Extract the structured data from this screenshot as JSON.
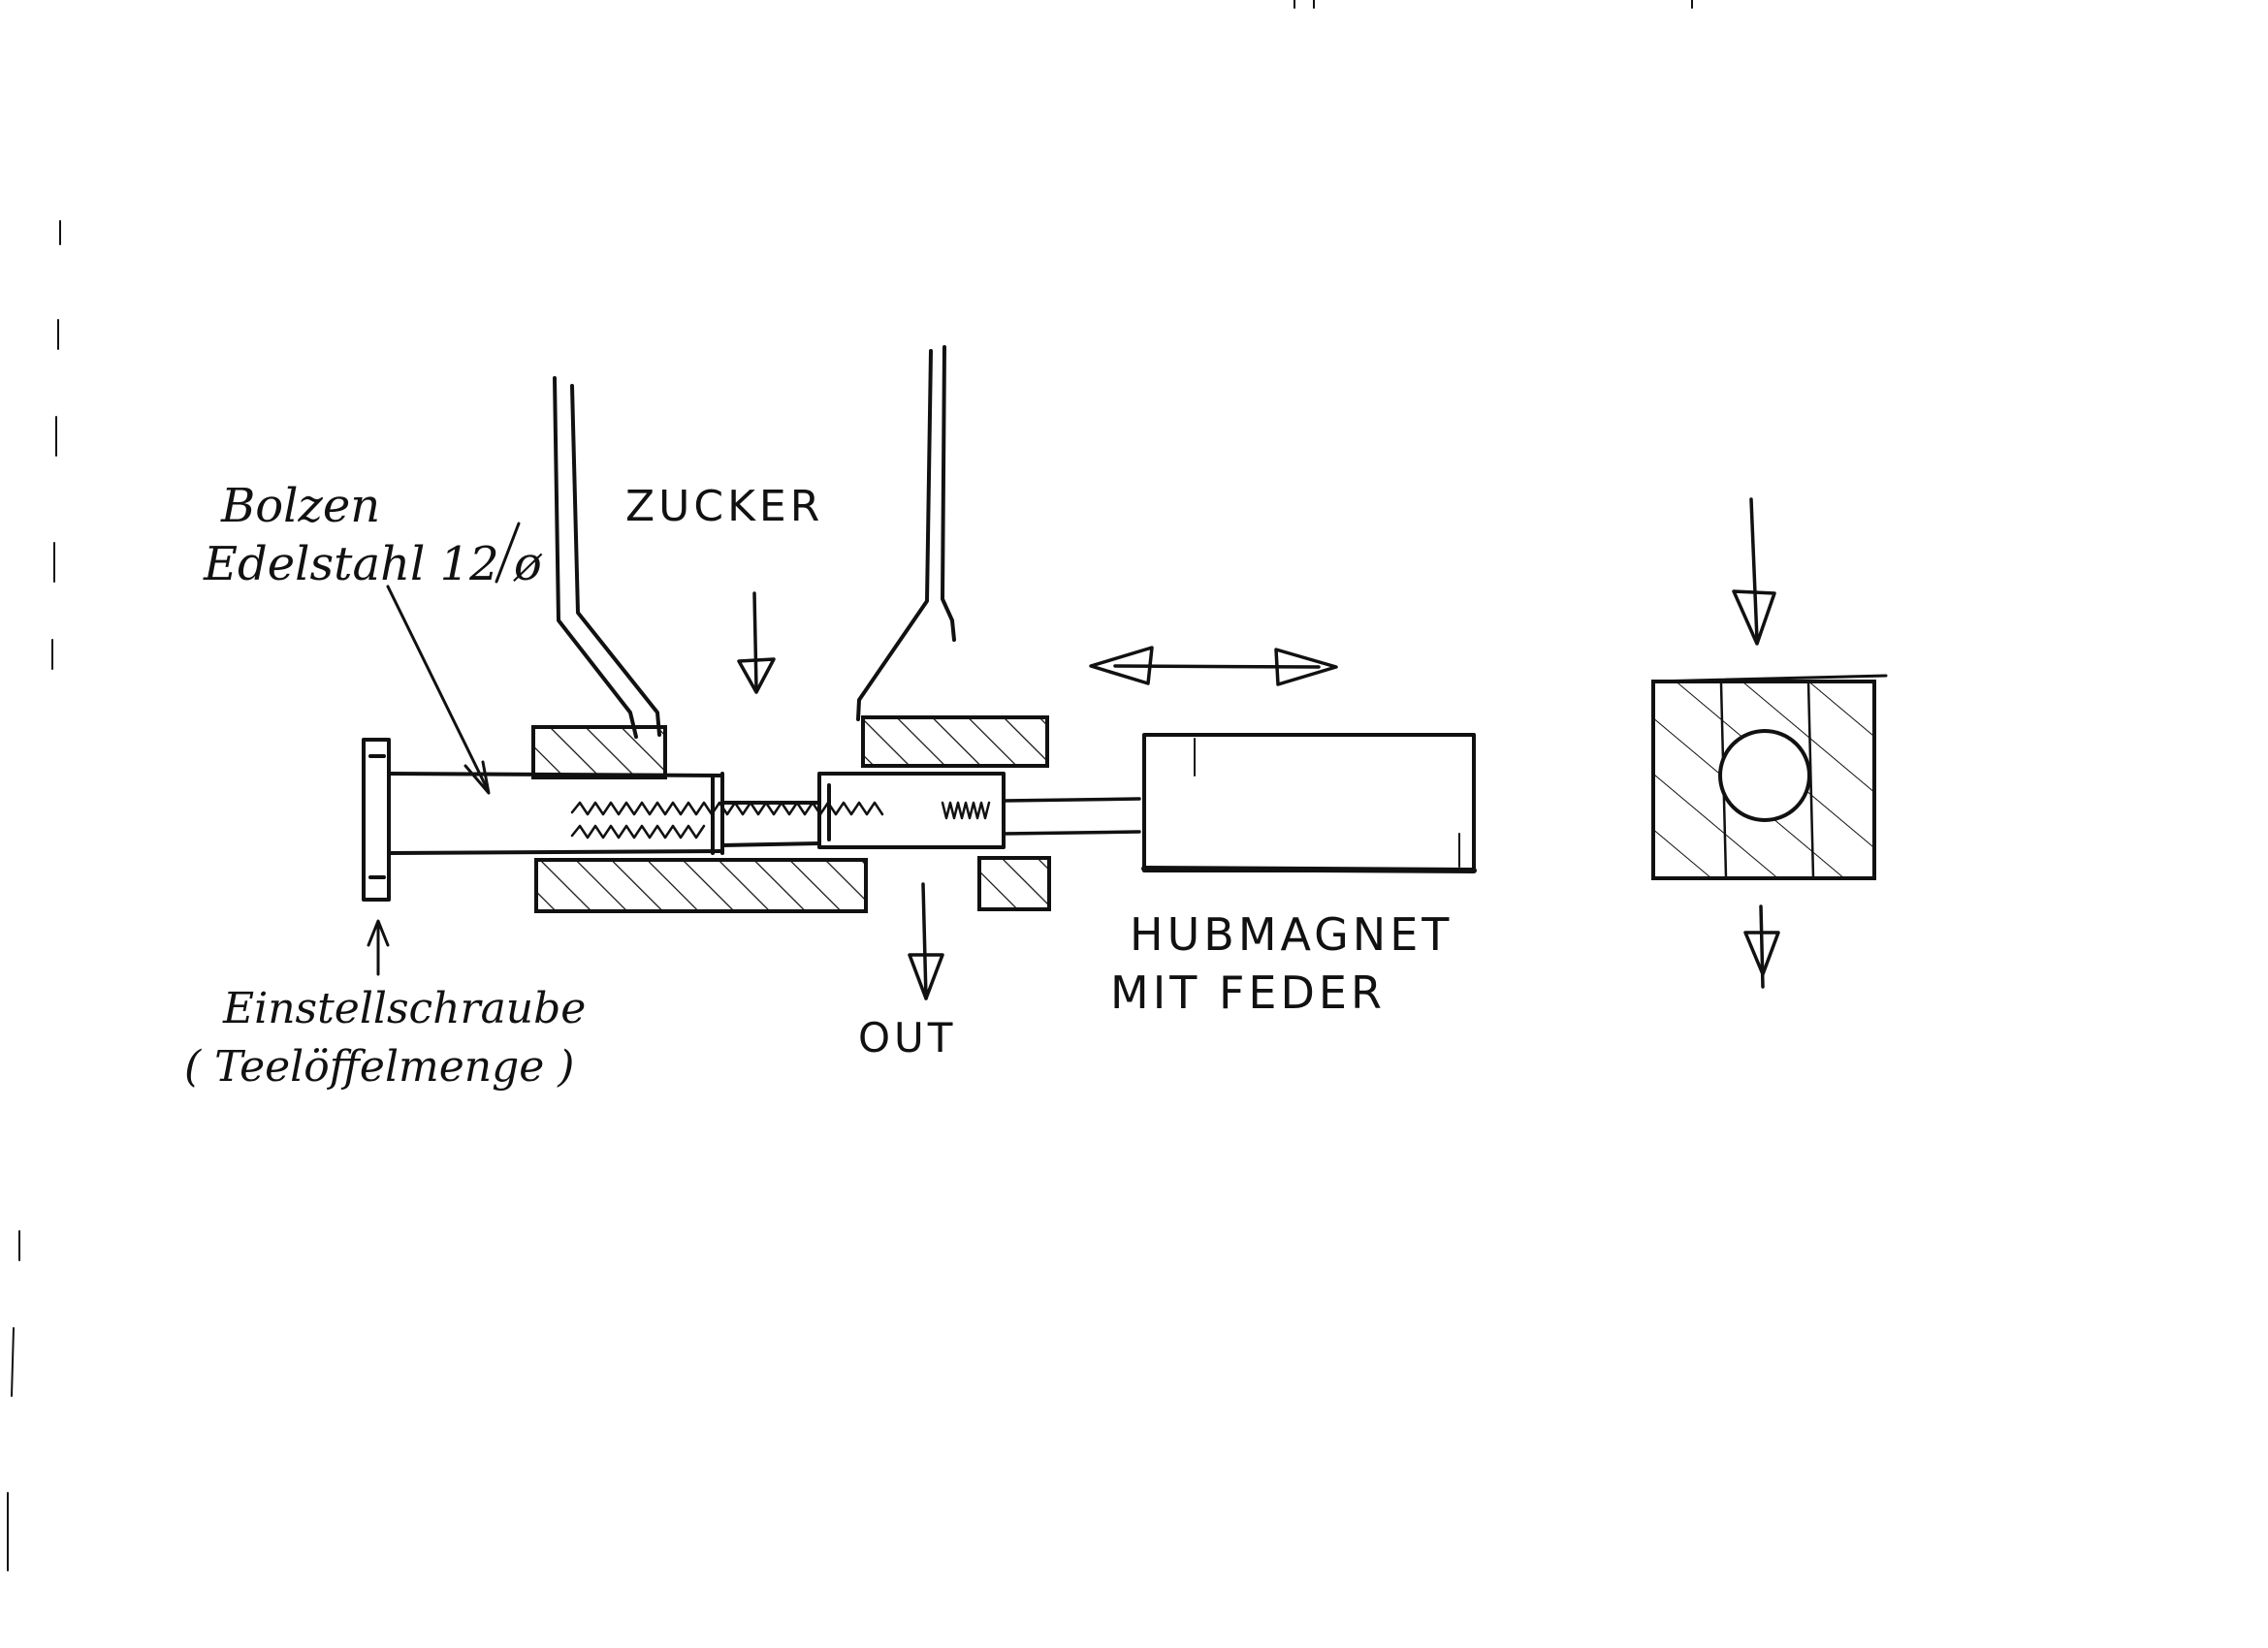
{
  "labels": {
    "bolzen_line1": "Bolzen",
    "bolzen_line2": "Edelstahl 12 ø",
    "zucker": "ZUCKER",
    "einstell_line1": "Einstellschraube",
    "einstell_line2": "( Teelöffelmenge )",
    "out": "OUT",
    "hubmagnet_line1": "HUBMAGNET",
    "hubmagnet_line2": "MIT FEDER"
  },
  "colors": {
    "ink": "#111111",
    "paper": "#ffffff"
  }
}
